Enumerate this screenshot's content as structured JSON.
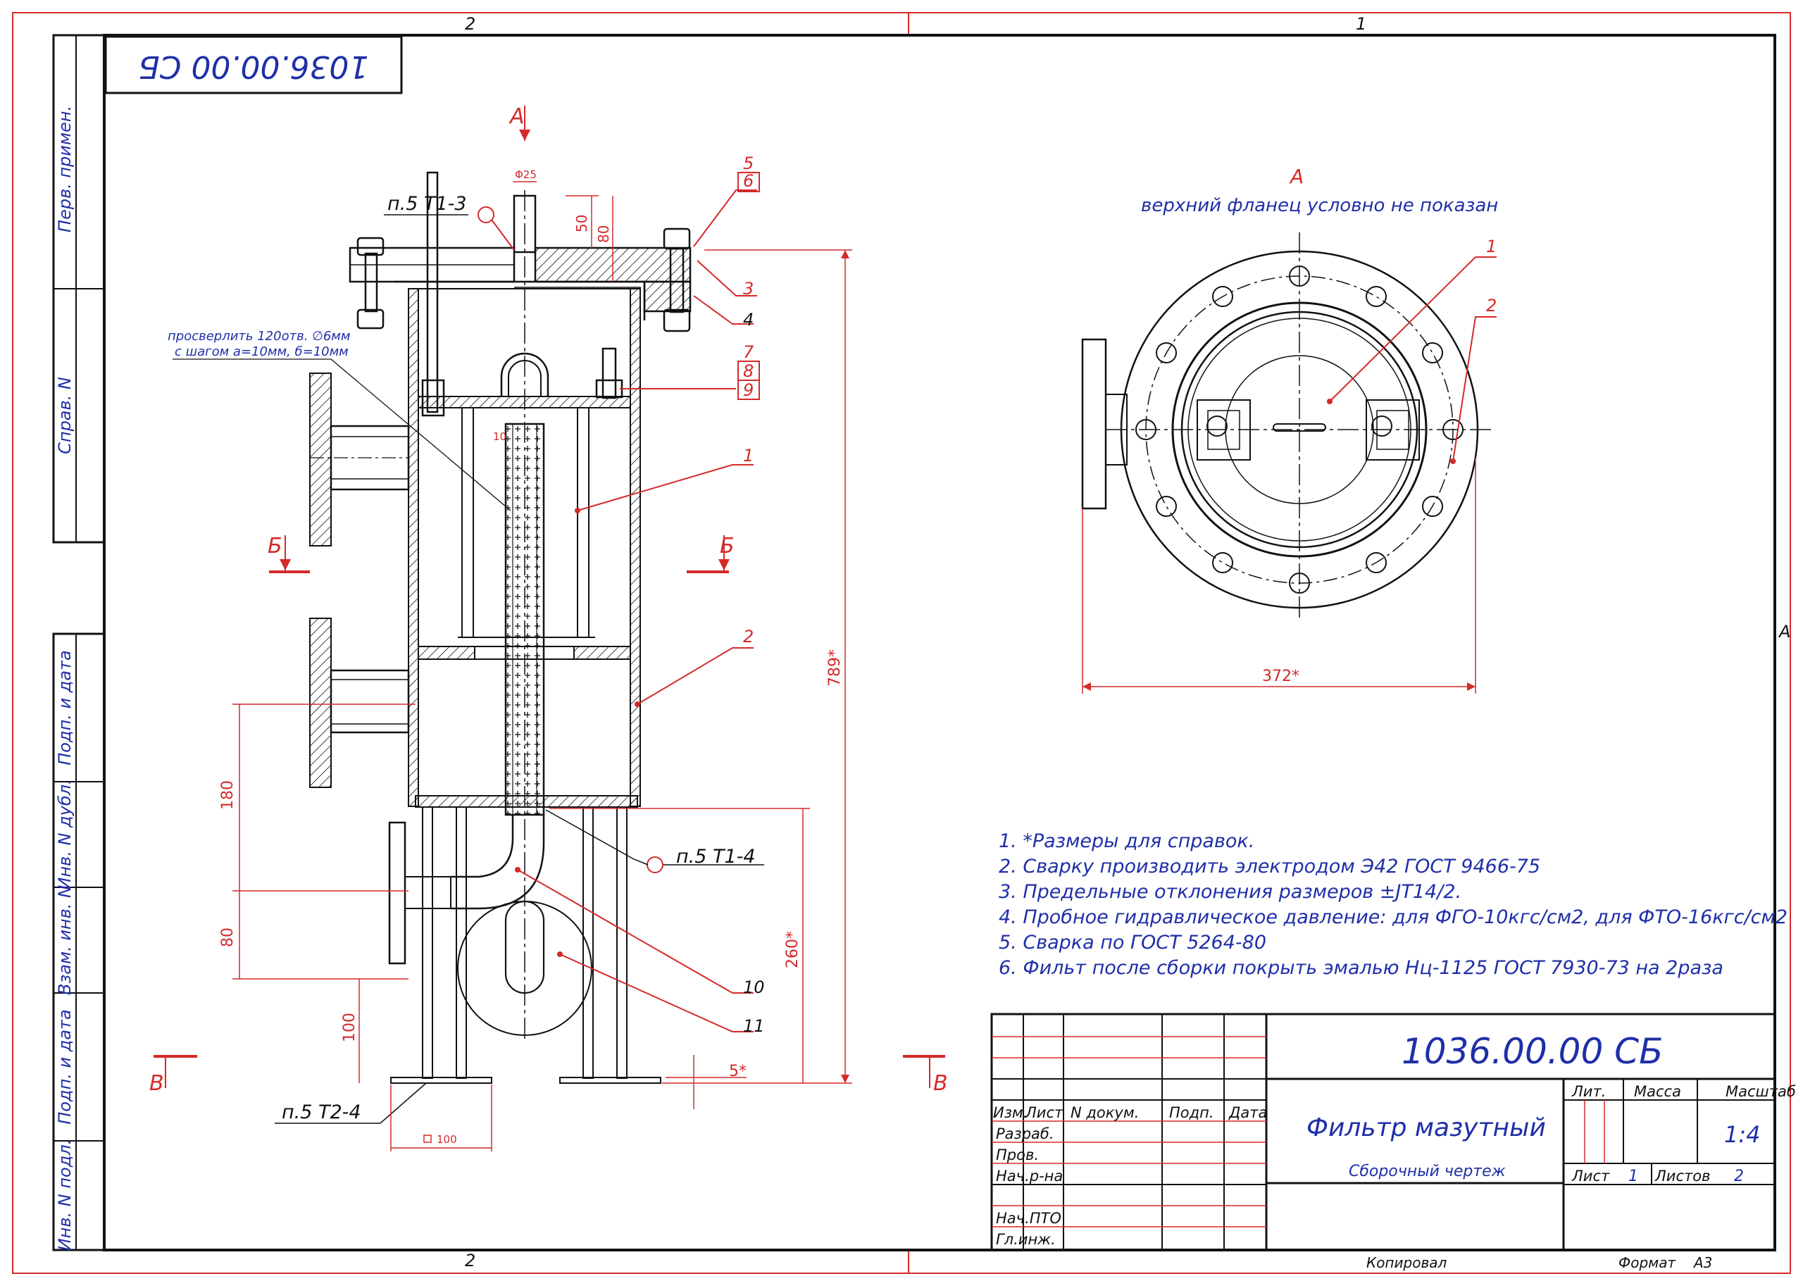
{
  "colors": {
    "line": "#111111",
    "dimension": "#d42a2a",
    "text": "#1f2fa8",
    "background": "#ffffff"
  },
  "zone_marks": {
    "left": "2",
    "right": "1",
    "side": "A",
    "bottom": "2"
  },
  "stamp_rotated": "1036.00.00 СБ",
  "side_labels": [
    "Перв. примен.",
    "Справ. N",
    "Подп. и дата",
    "Инв. N дубл.",
    "Взам. инв. N",
    "Подп. и дата",
    "Инв. N подл."
  ],
  "section_marks": {
    "A": "А",
    "B": "Б",
    "V": "В"
  },
  "callouts": [
    "1",
    "2",
    "3",
    "4",
    "5",
    "6",
    "7",
    "8",
    "9",
    "10",
    "11"
  ],
  "weld_notes": {
    "w1": "п.5 Т1-",
    "w1_tail": "3",
    "w2": "п.5 Т1-",
    "w2_tail": "4",
    "w3": "п.5 Т2-",
    "w3_tail": "4"
  },
  "drill_note": [
    "просверлить 120отв. ∅6мм",
    "с шагом a=10мм, б=10мм"
  ],
  "dims": {
    "d25": "Φ25",
    "d50": "50",
    "d80top": "80",
    "d10": "10",
    "d789": "789*",
    "d180": "180",
    "d80": "80",
    "d100v": "100",
    "d260": "260*",
    "d5": "5*",
    "d100sq": "100",
    "d372": "372*"
  },
  "view_a": {
    "title": "А",
    "subtitle": "верхний фланец условно не показан"
  },
  "notes": [
    "1.   *Размеры для справок.",
    "2. Сварку производить электродом Э42 ГОСТ 9466-75",
    "3. Предельные отклонения размеров  ±JT14/2.",
    "4. Пробное гидравлическое давление: для ФГО-10кгс/см2, для ФТО-16кгс/см2",
    "5. Сварка по ГОСТ 5264-80",
    "6. Фильт после сборки покрыть эмалью Нц-1125 ГОСТ 7930-73 на 2раза"
  ],
  "title_block": {
    "doc_number": "1036.00.00 СБ",
    "name": "Фильтр мазутный",
    "doc_type": "Сборочный чертеж",
    "headers": {
      "lit": "Лит.",
      "mass": "Масса",
      "scale": "Масштаб"
    },
    "scale": "1:4",
    "sheet_label": "Лист",
    "sheet": "1",
    "sheets_label": "Листов",
    "sheets": "2",
    "cols": [
      "Изм.",
      "Лист",
      "N докум.",
      "Подп.",
      "Дата"
    ],
    "rows": [
      "Разраб.",
      "Пров.",
      "Нач.р-на",
      "",
      "Нач.ПТО",
      "Гл.инж."
    ],
    "copied": "Копировал",
    "format_label": "Формат",
    "format": "А3"
  }
}
